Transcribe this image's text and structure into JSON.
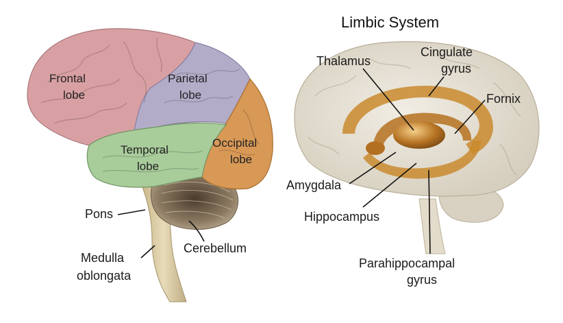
{
  "left_brain": {
    "lobes": {
      "frontal": [
        "Frontal",
        "lobe"
      ],
      "parietal": [
        "Parietal",
        "lobe"
      ],
      "temporal": [
        "Temporal",
        "lobe"
      ],
      "occipital": [
        "Occipital",
        "lobe"
      ]
    },
    "structures": {
      "pons": "Pons",
      "cerebellum": "Cerebellum",
      "medulla": [
        "Medulla",
        "oblongata"
      ]
    },
    "colors": {
      "frontal": "#d9a0a3",
      "parietal": "#b3acc8",
      "temporal": "#a9cc9b",
      "occipital": "#d89856",
      "cerebellum": "#8c7a62",
      "stem": "#d9c9a2"
    }
  },
  "right_brain": {
    "title": "Limbic System",
    "labels": {
      "thalamus": "Thalamus",
      "cingulate": [
        "Cingulate",
        "gyrus"
      ],
      "fornix": "Fornix",
      "amygdala": "Amygdala",
      "hippocampus": "Hippocampus",
      "parahippocampal": [
        "Parahippocampal",
        "gyrus"
      ]
    },
    "colors": {
      "brain": "#e8e2d6",
      "limbic": "#c98a2e",
      "thalamus": "#a8651f"
    }
  }
}
